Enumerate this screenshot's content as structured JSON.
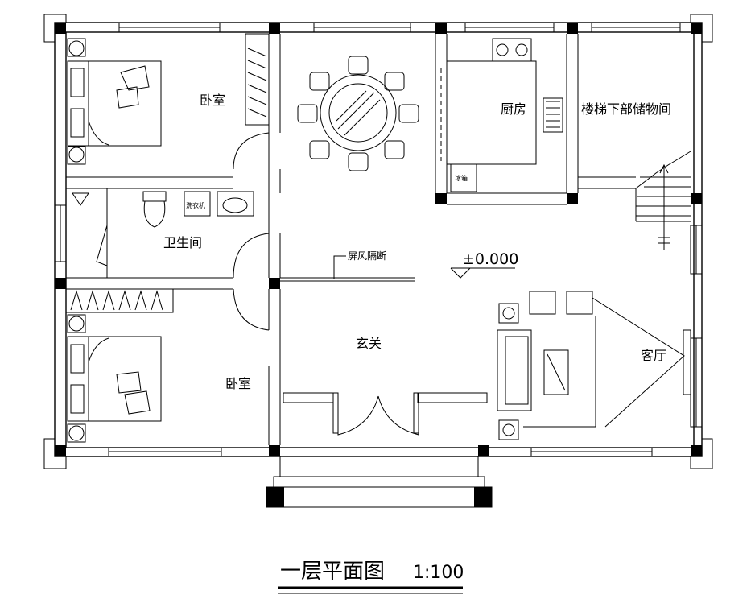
{
  "rooms": {
    "bedroom_top": "卧室",
    "bedroom_bottom": "卧室",
    "bathroom": "卫生间",
    "kitchen": "厨房",
    "stair_storage": "楼梯下部储物间",
    "foyer": "玄关",
    "living_room": "客厅"
  },
  "annotations": {
    "screen_partition": "屏风隔断",
    "elevation": "±0.000",
    "fridge": "冰箱",
    "washer": "洗衣机"
  },
  "title": {
    "name": "一层平面图",
    "scale": "1:100"
  }
}
